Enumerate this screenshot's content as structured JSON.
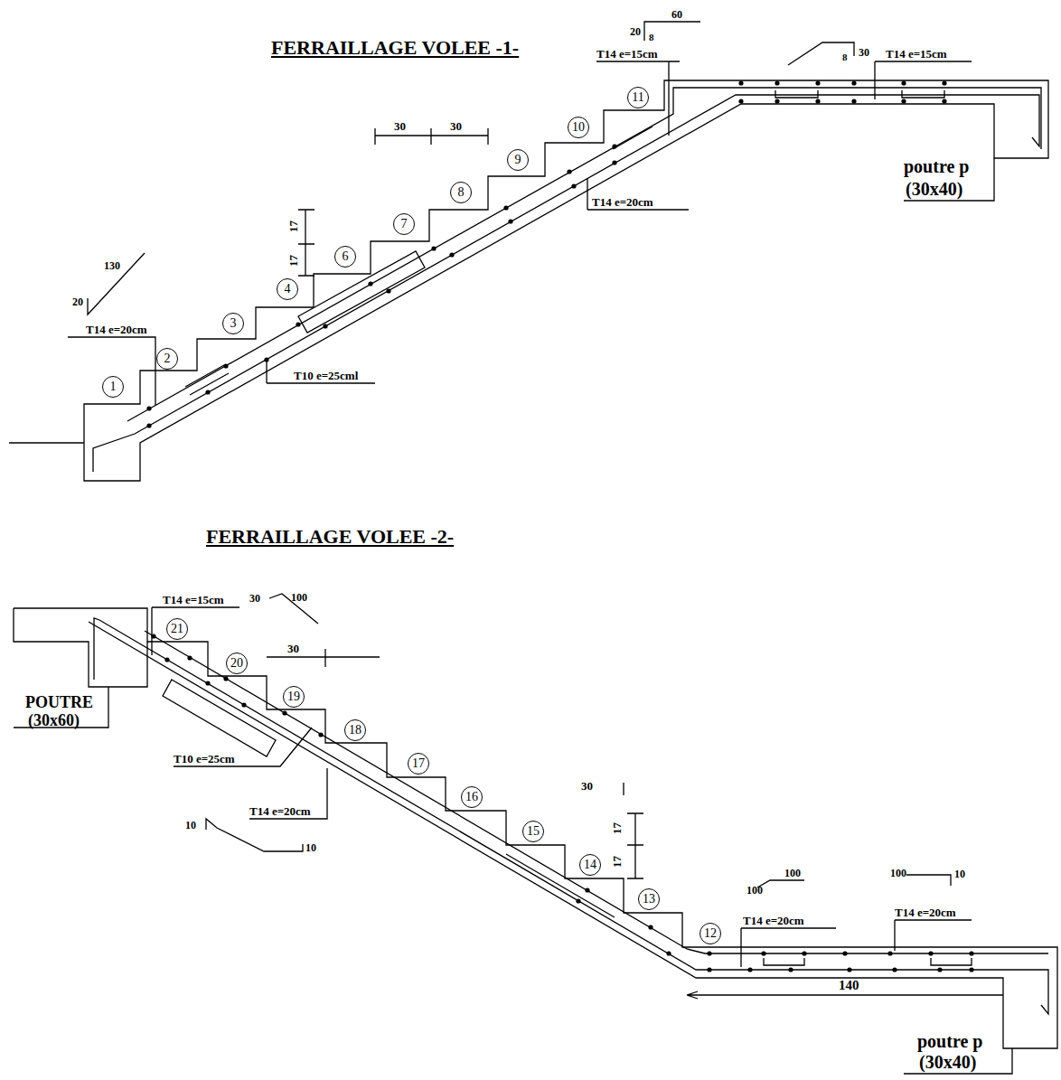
{
  "diagram": {
    "nodes": [
      {
        "text": [
          "1"
        ]
      },
      {
        "text": [
          "2"
        ]
      },
      {
        "text": [
          "3"
        ]
      },
      {
        "text": [
          "4"
        ]
      },
      {
        "text": [
          "6"
        ]
      },
      {
        "text": [
          "7"
        ]
      },
      {
        "text": [
          "8"
        ]
      },
      {
        "text": [
          "9"
        ]
      },
      {
        "text": [
          "10"
        ]
      },
      {
        "text": [
          "11"
        ]
      },
      {
        "text": [
          "21"
        ]
      },
      {
        "text": [
          "20"
        ]
      },
      {
        "text": [
          "19"
        ]
      },
      {
        "text": [
          "18"
        ]
      },
      {
        "text": [
          "17"
        ]
      },
      {
        "text": [
          "16"
        ]
      },
      {
        "text": [
          "15"
        ]
      },
      {
        "text": [
          "14"
        ]
      },
      {
        "text": [
          "13"
        ]
      },
      {
        "text": [
          "12"
        ]
      }
    ],
    "edges": [],
    "labels": [
      "FERRAILLAGE VOLEE -1-",
      "60",
      "20",
      "8",
      "T14 e=15cm",
      "8",
      "30",
      "T14 e=15cm",
      "30",
      "30",
      "17",
      "17",
      "130",
      "20",
      "T14 e=20cm",
      "T10 e=25cml",
      "T14 e=20cm",
      "poutre p",
      "(30x40)",
      "FERRAILLAGE VOLEE -2-",
      "T14 e=15cm",
      "30",
      "100",
      "30",
      "POUTRE",
      "(30x60)",
      "T10 e=25cm",
      "T14 e=20cm",
      "10",
      "10",
      "30",
      "17",
      "17",
      "100",
      "100",
      "100",
      "10",
      "T14 e=20cm",
      "T14 e=20cm",
      "140",
      "poutre p",
      "(30x40)"
    ]
  }
}
